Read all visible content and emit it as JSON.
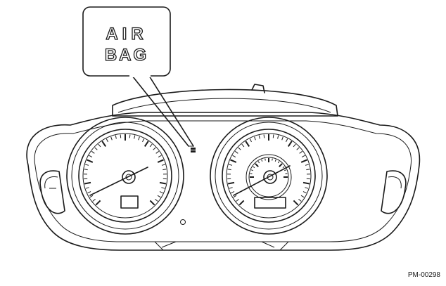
{
  "callout": {
    "line1": "AIR",
    "line2": "BAG"
  },
  "figure_code": "PM-00298"
}
